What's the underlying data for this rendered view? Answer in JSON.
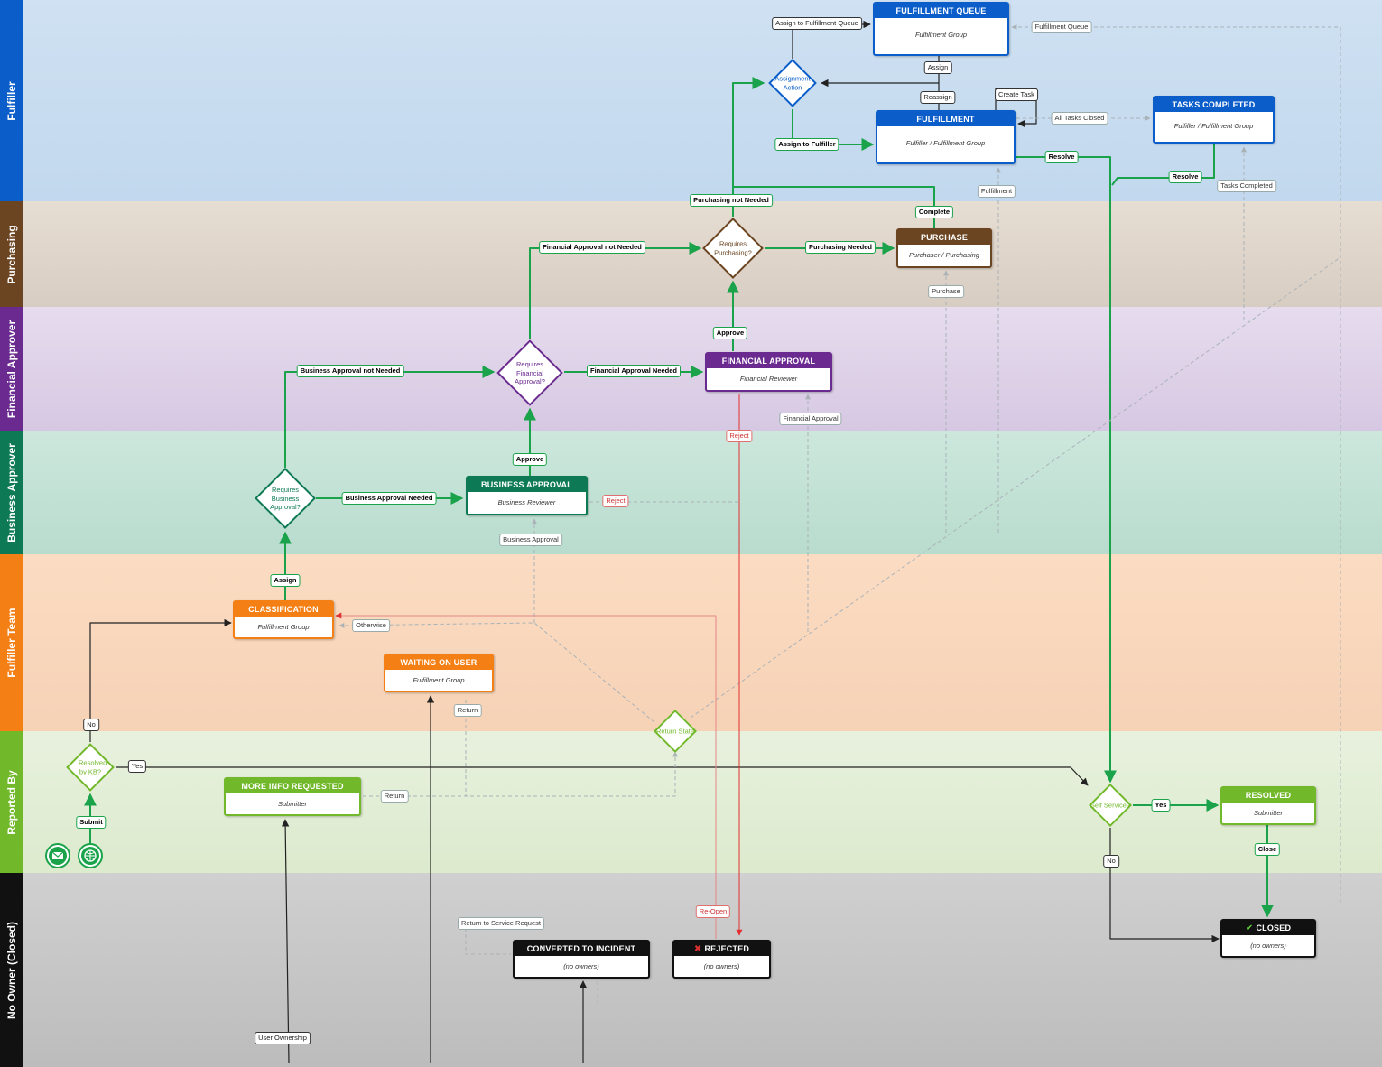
{
  "lanes": [
    {
      "id": "fulfiller",
      "label": "Fulfiller",
      "tab": "#0b5ec9",
      "bg": "#c4daee"
    },
    {
      "id": "purchasing",
      "label": "Purchasing",
      "tab": "#6b4421",
      "bg": "#ddd2c7"
    },
    {
      "id": "financial",
      "label": "Financial Approver",
      "tab": "#6a2a90",
      "bg": "#dcd0e6"
    },
    {
      "id": "business",
      "label": "Business Approver",
      "tab": "#0d7a55",
      "bg": "#bfe0d4"
    },
    {
      "id": "team",
      "label": "Fulfiller Team",
      "tab": "#f47f14",
      "bg": "#f8d7bc"
    },
    {
      "id": "reported",
      "label": "Reported By",
      "tab": "#72b82b",
      "bg": "#dfecd0"
    },
    {
      "id": "closed",
      "label": "No Owner (Closed)",
      "tab": "#111111",
      "bg": "#c2c2c2"
    }
  ],
  "states": [
    {
      "id": "fq",
      "title": "FULFILLMENT QUEUE",
      "owner": "Fulfillment Group",
      "color": "#0b5ec9"
    },
    {
      "id": "fu",
      "title": "FULFILLMENT",
      "owner": "Fulfiller / Fulfillment Group",
      "color": "#0b5ec9"
    },
    {
      "id": "tc",
      "title": "TASKS COMPLETED",
      "owner": "Fulfiller / Fulfillment Group",
      "color": "#0b5ec9"
    },
    {
      "id": "pu",
      "title": "PURCHASE",
      "owner": "Purchaser / Purchasing",
      "color": "#6b4421"
    },
    {
      "id": "fa",
      "title": "FINANCIAL APPROVAL",
      "owner": "Financial Reviewer",
      "color": "#6a2a90"
    },
    {
      "id": "ba",
      "title": "BUSINESS APPROVAL",
      "owner": "Business Reviewer",
      "color": "#0d7a55"
    },
    {
      "id": "cl",
      "title": "CLASSIFICATION",
      "owner": "Fulfillment Group",
      "color": "#f47f14"
    },
    {
      "id": "wu",
      "title": "WAITING ON USER",
      "owner": "Fulfillment Group",
      "color": "#f47f14"
    },
    {
      "id": "mi",
      "title": "MORE INFO REQUESTED",
      "owner": "Submitter",
      "color": "#72b82b"
    },
    {
      "id": "rs",
      "title": "RESOLVED",
      "owner": "Submitter",
      "color": "#72b82b"
    },
    {
      "id": "ci",
      "title": "CONVERTED TO INCIDENT",
      "owner": "(no owners)",
      "color": "#111111"
    },
    {
      "id": "rj",
      "title": "REJECTED",
      "owner": "(no owners)",
      "color": "#111111",
      "icon": "x-icon"
    },
    {
      "id": "cd",
      "title": "CLOSED",
      "owner": "(no owners)",
      "color": "#111111",
      "icon": "check-icon"
    }
  ],
  "decisions": [
    {
      "id": "aa",
      "text": "Assignment Action",
      "color": "#0b5ec9"
    },
    {
      "id": "rp",
      "text": "Requires Purchasing?",
      "color": "#6b4421"
    },
    {
      "id": "rf",
      "text": "Requires Financial Approval?",
      "color": "#6a2a90"
    },
    {
      "id": "rb",
      "text": "Requires Business Approval?",
      "color": "#0d7a55"
    },
    {
      "id": "rt",
      "text": "Return State",
      "color": "#72b82b"
    },
    {
      "id": "rk",
      "text": "Resolved by KB?",
      "color": "#72b82b"
    },
    {
      "id": "ss",
      "text": "Self Service?",
      "color": "#72b82b"
    }
  ],
  "labels": {
    "assign_fq": "Assign to Fulfillment Queue",
    "fq_loop": "Fulfillment Queue",
    "assign": "Assign",
    "reassign": "Reassign",
    "create_task": "Create Task",
    "all_tasks_closed": "All Tasks Closed",
    "assign_fulfiller": "Assign to Fulfiller",
    "resolve1": "Resolve",
    "resolve2": "Resolve",
    "tasks_completed": "Tasks Completed",
    "fulfillment": "Fulfillment",
    "purch_not_needed": "Purchasing not Needed",
    "complete": "Complete",
    "fin_not_needed": "Financial Approval not Needed",
    "purch_needed": "Purchasing Needed",
    "purchase": "Purchase",
    "approve_fa": "Approve",
    "bus_not_needed": "Business Approval not Needed",
    "fin_needed": "Financial Approval Needed",
    "reject_fa": "Reject",
    "financial_approval": "Financial Approval",
    "approve_ba": "Approve",
    "bus_needed": "Business Approval Needed",
    "reject_ba": "Reject",
    "business_approval": "Business Approval",
    "assign_cl": "Assign",
    "otherwise": "Otherwise",
    "return1": "Return",
    "return2": "Return",
    "no_kb": "No",
    "yes_kb": "Yes",
    "submit": "Submit",
    "yes_ss": "Yes",
    "no_ss": "No",
    "close": "Close",
    "reopen": "Re-Open",
    "return_sr": "Return to Service Request",
    "user_ownership": "User Ownership"
  },
  "start_icons": [
    "email-icon",
    "web-icon"
  ],
  "colors": {
    "green": "#1aa34a",
    "gray": "#aab2b8",
    "red": "#e07070",
    "black": "#222222"
  }
}
